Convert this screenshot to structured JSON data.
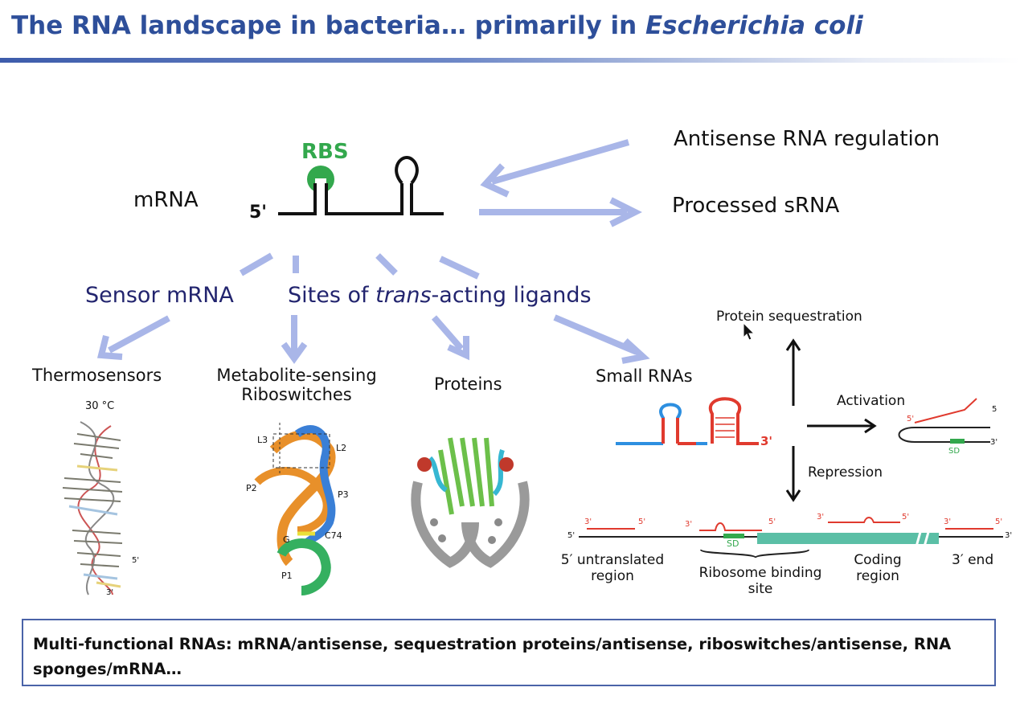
{
  "slide": {
    "title_main": "The RNA landscape in bacteria… primarily in ",
    "title_italic": "Escherichia coli"
  },
  "mrna": {
    "label": "mRNA",
    "rbs_label": "RBS",
    "five_prime": "5'"
  },
  "regulation": {
    "antisense": "Antisense RNA regulation",
    "processed": "Processed sRNA"
  },
  "categories": {
    "sensor": "Sensor mRNA",
    "sites_prefix": "Sites of ",
    "sites_italic": "trans",
    "sites_suffix": "-acting ligands"
  },
  "branches": {
    "thermo": "Thermosensors",
    "ribo_line1": "Metabolite-sensing",
    "ribo_line2": "Riboswitches",
    "proteins": "Proteins",
    "small_rnas": "Small RNAs"
  },
  "thermo_fig": {
    "temp": "30 °C",
    "five": "5'",
    "three": "3'"
  },
  "ribo_fig": {
    "l3": "L3",
    "l2": "L2",
    "p2": "P2",
    "p3": "P3",
    "c74": "C74",
    "g": "G",
    "p1": "P1"
  },
  "srna_fig": {
    "three_prime": "3'",
    "protein_seq": "Protein sequestration",
    "activation": "Activation",
    "repression": "Repression",
    "act_five_a": "5'",
    "act_five_b": "5",
    "act_three": "3'",
    "sd": "SD",
    "utr_line1": "5′ untranslated",
    "utr_line2": "region",
    "rbs_line1": "Ribosome binding",
    "rbs_line2": "site",
    "coding_line1": "Coding",
    "coding_line2": "region",
    "three_end": "3′ end",
    "m_three_a": "3'",
    "m_five_a": "5'",
    "m_three_b": "3'",
    "m_five_b": "5'",
    "m_three_c": "3'",
    "m_five_c": "5'",
    "m_three_d": "3'",
    "m_five_d": "5'",
    "m_five_left": "5'",
    "m_three_right": "3'",
    "sd_bottom": "SD"
  },
  "note": {
    "text": "Multi-functional RNAs: mRNA/antisense, sequestration proteins/antisense, riboswitches/antisense, RNA sponges/mRNA…"
  },
  "colors": {
    "title": "#2e4f9a",
    "arrow_light": "#a9b6e8",
    "rbs_green": "#33a84d",
    "category_text": "#22246e",
    "srna_red": "#e03a2e",
    "srna_blue": "#2d8fe0",
    "coding_teal": "#5bbfa6",
    "box_border": "#4a63a8"
  }
}
